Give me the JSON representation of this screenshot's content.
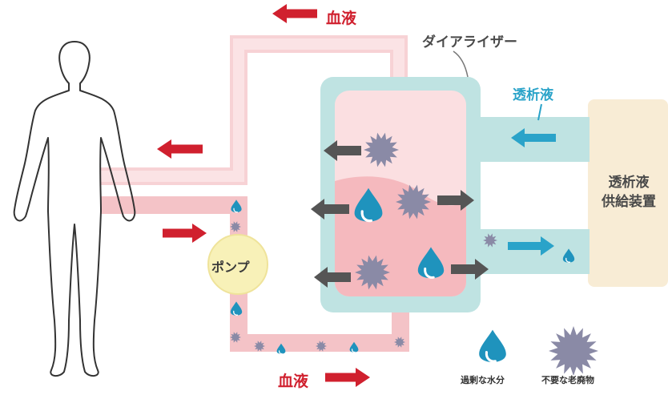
{
  "labels": {
    "blood_top": "血液",
    "blood_bottom": "血液",
    "dialyzer": "ダイアライザー",
    "dialysate": "透析液",
    "supply_line1": "透析液",
    "supply_line2": "供給装置",
    "pump": "ポンプ"
  },
  "legend": {
    "water_label": "過剰な水分",
    "waste_label": "不要な老廃物"
  },
  "colors": {
    "blood_arrow": "#d0202e",
    "gray_arrow": "#555555",
    "blue_arrow": "#2aa3c9",
    "blood_tube": "#f4c7cb",
    "dialyzer_shell": "#bfe3e2",
    "supply_box": "#f8ecd5",
    "pump": "#f8f1b8",
    "water_drop": "#1f93bd",
    "waste_particle": "#8a8aa6"
  },
  "icons": [
    "human-body-outline",
    "water-drop-icon",
    "waste-particle-icon",
    "blood-flow-arrow",
    "filtration-arrow"
  ]
}
